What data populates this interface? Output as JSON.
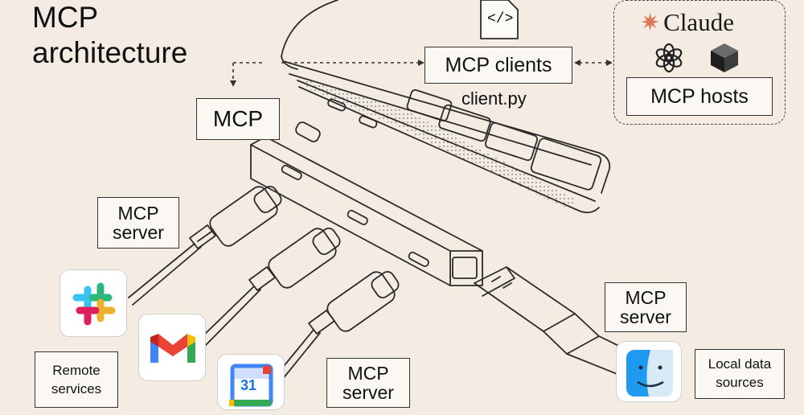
{
  "title": "MCP\narchitecture",
  "labels": {
    "mcp": "MCP",
    "mcp_clients": "MCP clients",
    "client_file": "client.py",
    "mcp_hosts": "MCP hosts",
    "mcp_server_top": "MCP\nserver",
    "mcp_server_bottom": "MCP\nserver",
    "mcp_server_right": "MCP\nserver",
    "remote_services": "Remote\nservices",
    "local_data_sources": "Local data\nsources",
    "claude": "Claude",
    "code_icon_text": "</>",
    "calendar_day": "31"
  },
  "icons": [
    "code-file-icon",
    "claude-icon",
    "openai-icon",
    "cube-logo-icon",
    "slack-icon",
    "gmail-icon",
    "google-calendar-icon",
    "finder-icon"
  ],
  "colors": {
    "background": "#f4ece3",
    "claude_orange": "#d97757"
  }
}
